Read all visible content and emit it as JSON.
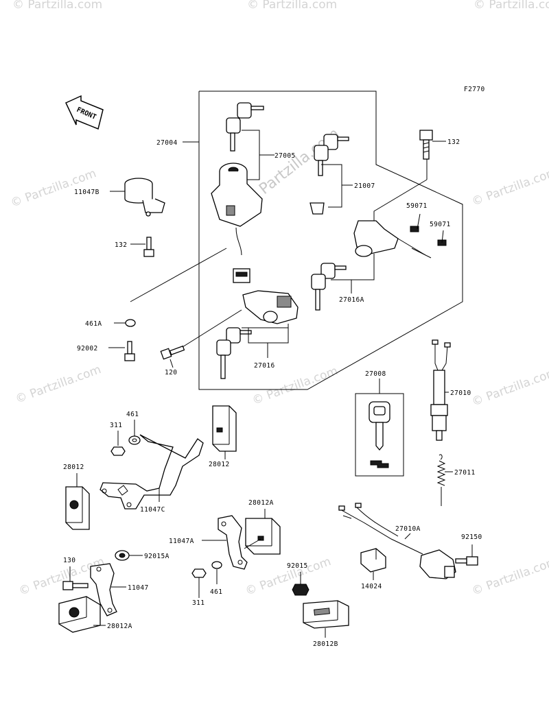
{
  "diagram": {
    "figure_code": "F2770",
    "front_label": "FRONT",
    "watermark": "© Partzilla.com",
    "part_labels": {
      "p27004": "27004",
      "p27005": "27005",
      "p21007": "21007",
      "p132_top": "132",
      "p11047B": "11047B",
      "p132_left": "132",
      "p59071_a": "59071",
      "p59071_b": "59071",
      "p27016A": "27016A",
      "p461A": "461A",
      "p92002": "92002",
      "p120": "120",
      "p27016": "27016",
      "p27008": "27008",
      "p27010": "27010",
      "p461_top": "461",
      "p311_top": "311",
      "p28012_top": "28012",
      "p28012_left": "28012",
      "p11047C": "11047C",
      "p27011": "27011",
      "p28012A_mid": "28012A",
      "p11047A": "11047A",
      "p27010A": "27010A",
      "p92150": "92150",
      "p130": "130",
      "p92015A": "92015A",
      "p11047": "11047",
      "p92015": "92015",
      "p14024": "14024",
      "p311_bot": "311",
      "p461_bot": "461",
      "p28012A_bot": "28012A",
      "p28012B": "28012B"
    }
  }
}
